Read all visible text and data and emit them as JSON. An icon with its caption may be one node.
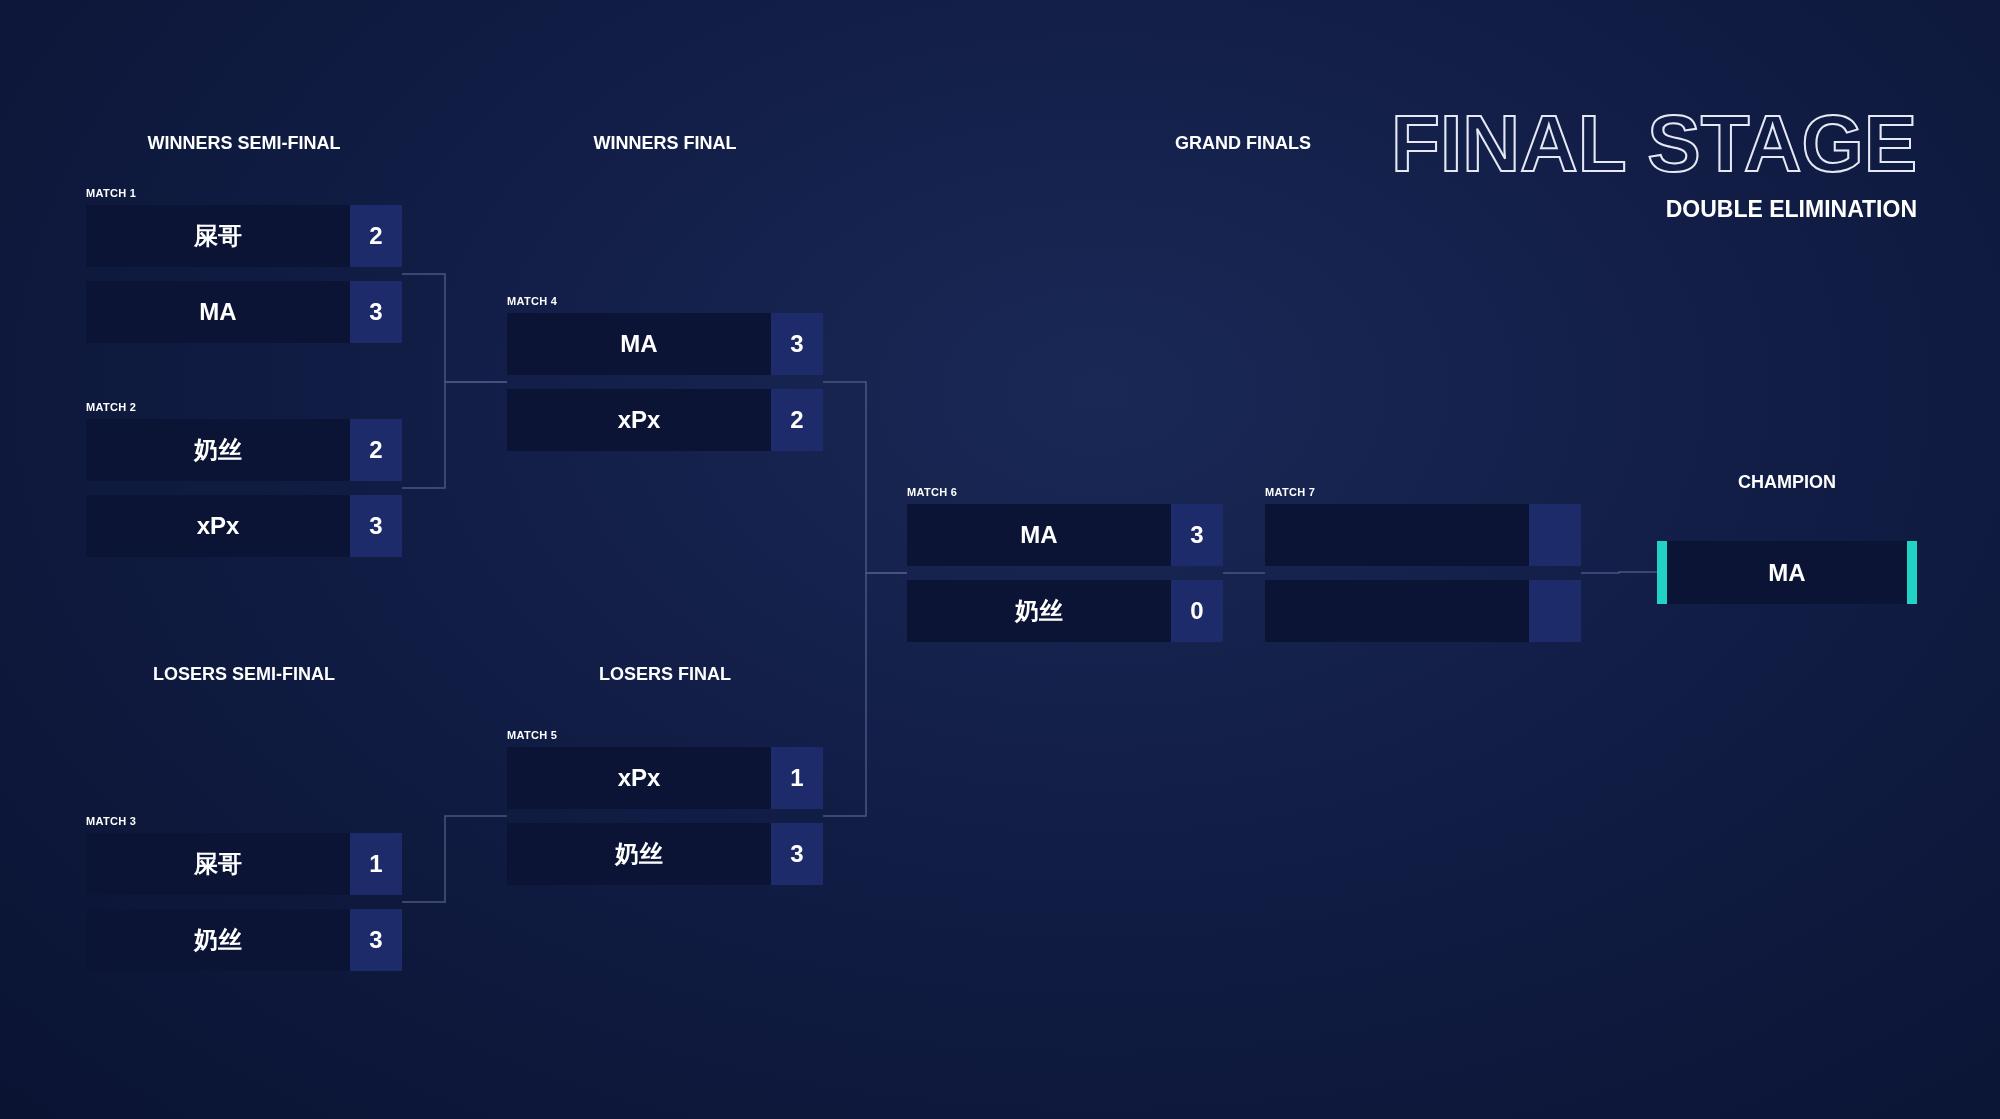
{
  "diagram": {
    "title": "FINAL STAGE",
    "nodes": [
      {
        "text": [
          "MATCH 1"
        ]
      },
      {
        "text": [
          "屎哥",
          "2"
        ],
        "in": 0
      },
      {
        "text": [
          "MA",
          "3"
        ],
        "in": 0
      },
      {
        "text": [
          "MATCH 2"
        ]
      },
      {
        "text": [
          "奶丝",
          "2"
        ],
        "in": 3
      },
      {
        "text": [
          "xPx",
          "3"
        ],
        "in": 3
      },
      {
        "text": [
          "MATCH 3"
        ]
      },
      {
        "text": [
          "屎哥",
          "1"
        ],
        "in": 6
      },
      {
        "text": [
          "奶丝",
          "3"
        ],
        "in": 6
      },
      {
        "text": [
          "MATCH 4"
        ]
      },
      {
        "text": [
          "MA",
          "3"
        ],
        "in": 9
      },
      {
        "text": [
          "xPx",
          "2"
        ],
        "in": 9
      },
      {
        "text": [
          "MATCH 5"
        ]
      },
      {
        "text": [
          "xPx",
          "1"
        ],
        "in": 12
      },
      {
        "text": [
          "奶丝",
          "3"
        ],
        "in": 12
      },
      {
        "text": [
          "MATCH 6"
        ]
      },
      {
        "text": [
          "MA",
          "3"
        ],
        "in": 15
      },
      {
        "text": [
          "奶丝",
          "0"
        ],
        "in": 15
      },
      {
        "text": [
          "MATCH 7"
        ]
      },
      {
        "text": [],
        "shape": "box",
        "in": 18
      },
      {
        "text": [],
        "shape": "box",
        "in": 18
      },
      {
        "text": [
          "CHAMPION",
          "MA"
        ]
      }
    ],
    "edges": [
      {
        "from": 0,
        "to": 9,
        "arrow": "none"
      },
      {
        "from": 3,
        "to": 9,
        "arrow": "none"
      },
      {
        "from": 6,
        "to": 12,
        "arrow": "none"
      },
      {
        "from": 9,
        "to": 15,
        "arrow": "none"
      },
      {
        "from": 12,
        "to": 15,
        "arrow": "none"
      },
      {
        "from": 15,
        "to": 18,
        "arrow": "none"
      },
      {
        "from": 18,
        "to": 21,
        "arrow": "none"
      }
    ],
    "labels": [
      "WINNERS SEMI-FINAL",
      "WINNERS FINAL",
      "GRAND FINALS",
      "DOUBLE ELIMINATION",
      "LOSERS SEMI-FINAL",
      "LOSERS FINAL"
    ]
  }
}
